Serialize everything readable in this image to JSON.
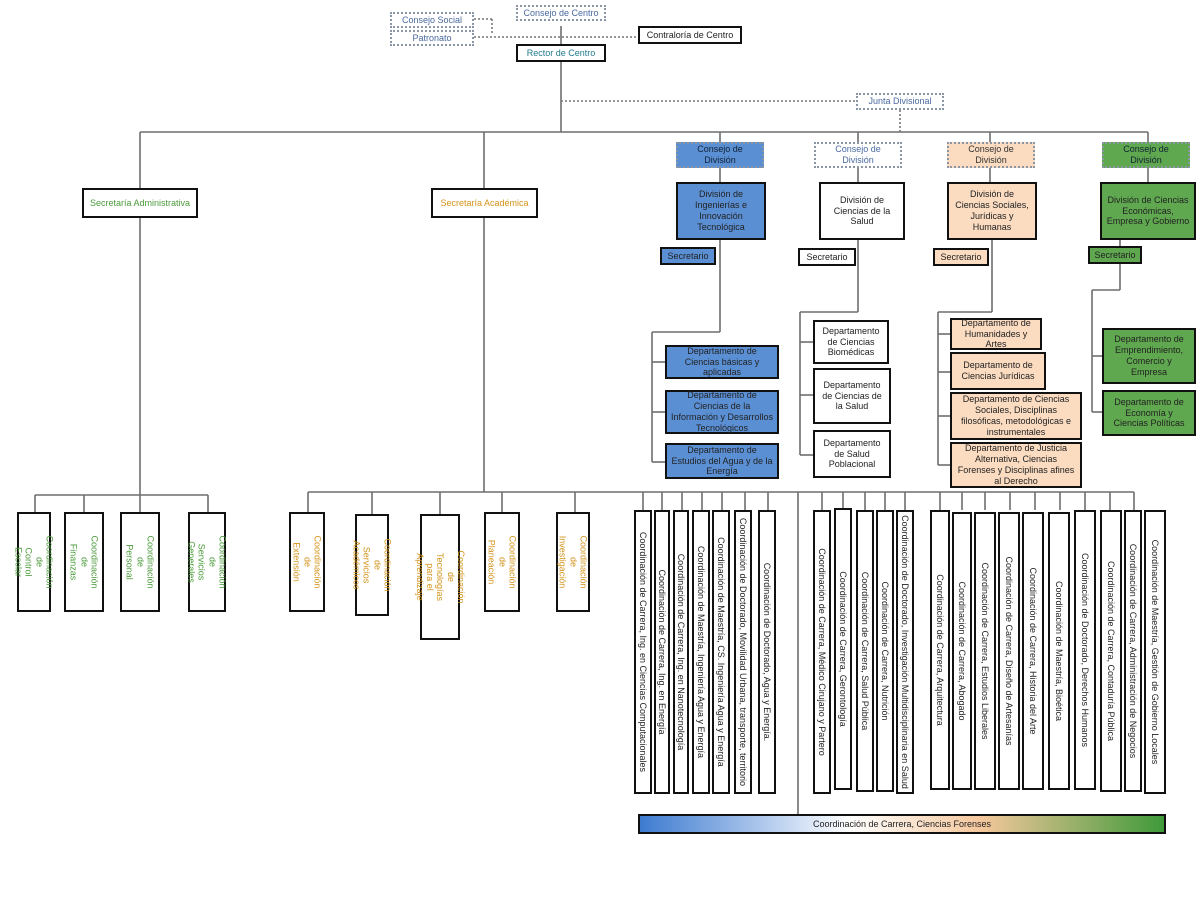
{
  "top": {
    "consejo_social": "Consejo Social",
    "patronato": "Patronato",
    "consejo_centro": "Consejo de Centro",
    "contraloria": "Contraloría de Centro",
    "rector": "Rector de Centro",
    "junta": "Junta Divisional"
  },
  "secretarias": {
    "administrativa": "Secretaría Administrativa",
    "academica": "Secretaría Académica"
  },
  "divisions": [
    {
      "consejo": "Consejo de División",
      "name": "División de Ingenierías e Innovación Tecnológica",
      "secretario": "Secretario",
      "departments": [
        "Departamento de Ciencias básicas y aplicadas",
        "Departamento de Ciencias de la Información y Desarrollos Tecnológicos",
        "Departamento de Estudios del Agua y de la Energía"
      ]
    },
    {
      "consejo": "Consejo de División",
      "name": "División de Ciencias de la Salud",
      "secretario": "Secretario",
      "departments": [
        "Departamento de Ciencias Biomédicas",
        "Departamento de Ciencias de la Salud",
        "Departamento de Salud Poblacional"
      ]
    },
    {
      "consejo": "Consejo de División",
      "name": "División de Ciencias Sociales, Jurídicas y Humanas",
      "secretario": "Secretario",
      "departments": [
        "Departamento de Humanidades y Artes",
        "Departamento de Ciencias Jurídicas",
        "Departamento de Ciencias Sociales, Disciplinas filosóficas, metodológicas e instrumentales",
        "Departamento de Justicia Alternativa, Ciencias Forenses y Disciplinas afines al Derecho"
      ]
    },
    {
      "consejo": "Consejo de División",
      "name": "División de Ciencias Económicas, Empresa y Gobierno",
      "secretario": "Secretario",
      "departments": [
        "Departamento de Emprendimiento, Comercio y Empresa",
        "Departamento de Economía y Ciencias Políticas"
      ]
    }
  ],
  "admin_coords": [
    "Coordinación de\nControl Escolar",
    "Coordinación de\nFinanzas",
    "Coordinación de\nPersonal",
    "Coordinación de\nServicios Generales"
  ],
  "acad_coords": [
    "Coordinación de\nExtensión",
    "Coordinación de\nServicios Académicos",
    "Coordinación de Tecnologías\npara el Aprendizaje",
    "Coordinación de\nPlaneación",
    "Coordinación de\nInvestigación"
  ],
  "blue_coords": [
    "Coordinación de Carrera, Ing. en Ciencias Computacionales",
    "Coordinación de Carrera, Ing. en Energía",
    "Coordinación de Carrera, Ing. en Nanotecnología",
    "Coordinación de Maestría, Ingeniería Agua y Energía",
    "Coordinación de Maestría, CS. Ingeniería Agua y Energía",
    "Coordinación de Doctorado, Movilidad Urbana, transporte, territorio",
    "Coordinación de Doctorado, Agua y Energía."
  ],
  "white_coords": [
    "Coordinación de Carrera, Médico Cirujano y Partero",
    "Coordinación de Carrera, Gerontología",
    "Coordinación de Carrera, Salud Pública",
    "Coordinación de Carrera, Nutrición",
    "Coordinación de Doctorado, Investigación Multidisciplinaria en Salud"
  ],
  "peach_coords": [
    "Coordinación de Carrera, Arquitectura",
    "Coordinación de Carrera, Abogado",
    "Coordinación de Carrera, Estudios Liberales",
    "Coordinación de Carrera, Diseño de Artesanías",
    "Coordinación de Carrera, Historia del Arte",
    "Coordinación de Maestría, Bioética",
    "Coordinación de Doctorado, Derechos Humanos"
  ],
  "green_coords": [
    "Coordinación de Carrera, Contaduría Pública",
    "Coordinación de Carrera, Administración de Negocios",
    "Coordinación de Maestría, Gestión de Gobierno Locales"
  ],
  "forenses": "Coordinación de Carrera, Ciencias Forenses",
  "colors": {
    "blue": "#5b8fd4",
    "peach": "#fbdcc1",
    "green": "#5fa84f",
    "orange_text": "#d4931a",
    "green_text": "#4a9a3a"
  }
}
